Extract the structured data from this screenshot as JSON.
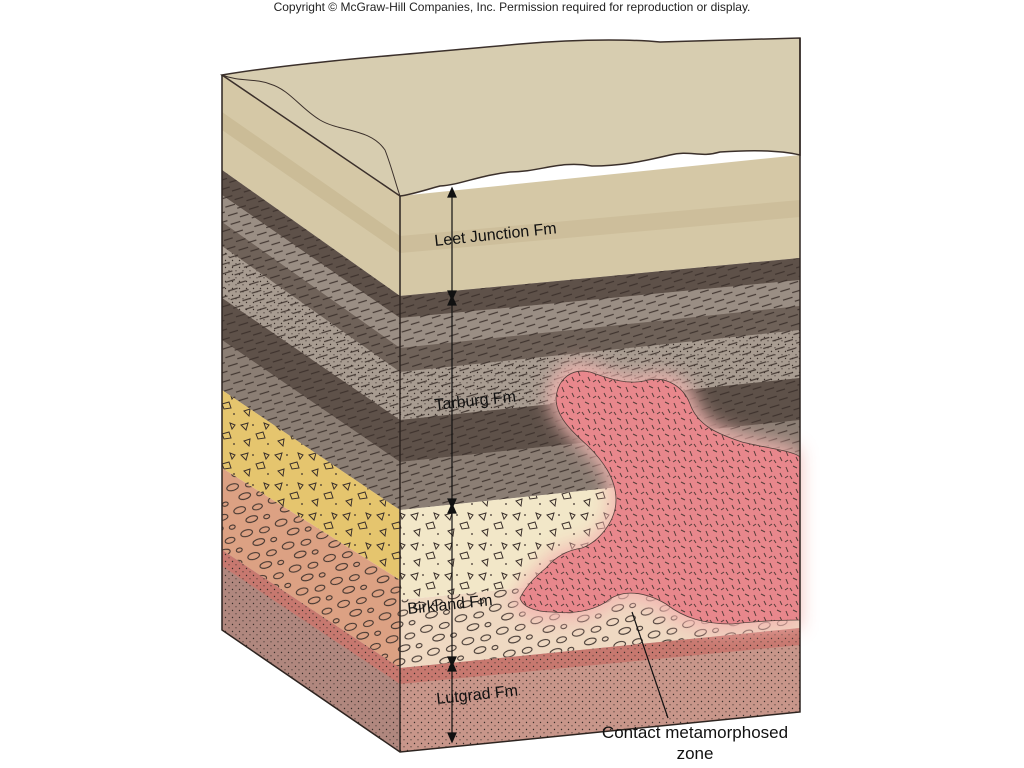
{
  "copyright": "Copyright © McGraw-Hill Companies, Inc. Permission required for reproduction or display.",
  "formations": [
    {
      "label": "Leet Junction Fm"
    },
    {
      "label": "Tarburg Fm"
    },
    {
      "label": "Birkland Fm"
    },
    {
      "label": "Lutgrad Fm"
    }
  ],
  "intrusion_label": [
    "Contact metamorphosed",
    "zone"
  ],
  "colors": {
    "leet_junction": "#d5c8a6",
    "tarburg_dark": "#6f6259",
    "tarburg_light": "#9a8e84",
    "birkland_clast": "#f2e7c8",
    "birkland_conglomerate": "#efd9c2",
    "lutgrad": "#c8968a",
    "intrusion": "#e8878c",
    "intrusion_halo": "#f3b5b0"
  }
}
